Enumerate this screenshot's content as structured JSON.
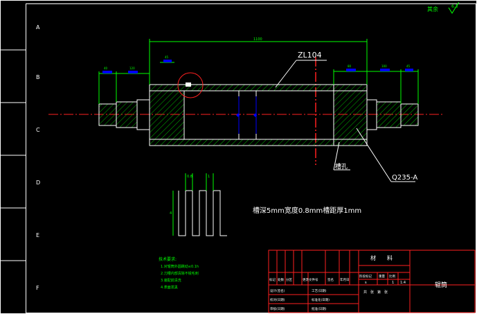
{
  "colors": {
    "background": "#000000",
    "frame": "#ffffff",
    "part": "#ffffff",
    "hatch": "#00c000",
    "dimension": "#00ff00",
    "centerline": "#ff2020",
    "title_block": "#ff2020",
    "notes": "#00ff00",
    "leader": "#ffffff",
    "dim_text": "#0000ff"
  },
  "frame": {
    "row_markers": [
      "A",
      "B",
      "C",
      "D",
      "E",
      "F"
    ]
  },
  "top_right": {
    "label": "其余",
    "symbol": "6.3"
  },
  "drawing": {
    "overall_dim": "1100",
    "small_dims_left": [
      "40",
      "120",
      "45"
    ],
    "small_dims_right": [
      "80",
      "100",
      "45"
    ],
    "material_callout": "ZL104",
    "groove_callout": "槽孔",
    "shaft_material": "Q235-A",
    "groove_spec": "槽深5mm宽度0.8mm槽距厚1mm",
    "detail_dims": [
      "0.8",
      "1",
      "4"
    ]
  },
  "notes": {
    "title": "技术要求:",
    "items": [
      "1.对辊筒外圆跳动≤0.1h",
      "2.刀槽内部清除不锐毛刺",
      "3.装配前清洗",
      "4.表面发黑"
    ]
  },
  "title_block": {
    "material_label": "材　　料",
    "drawing_name": "辊筒",
    "header_cells": [
      "标记",
      "处数",
      "分区",
      "更改文件号",
      "签名",
      "年月日"
    ],
    "stage_label": "阶段标记",
    "weight_label": "重量",
    "scale_label": "比例",
    "scale_value": "1:4",
    "stage_marks": "s",
    "stage_value": "1",
    "sheet_info": "共　张　第　张",
    "rows": [
      {
        "left": "设计(签名)",
        "middle": "工艺(日期)"
      },
      {
        "left": "校对(日期)",
        "middle": "标准化(日期)"
      },
      {
        "left": "审核(日期)",
        "middle": "批准(日期)"
      }
    ]
  }
}
